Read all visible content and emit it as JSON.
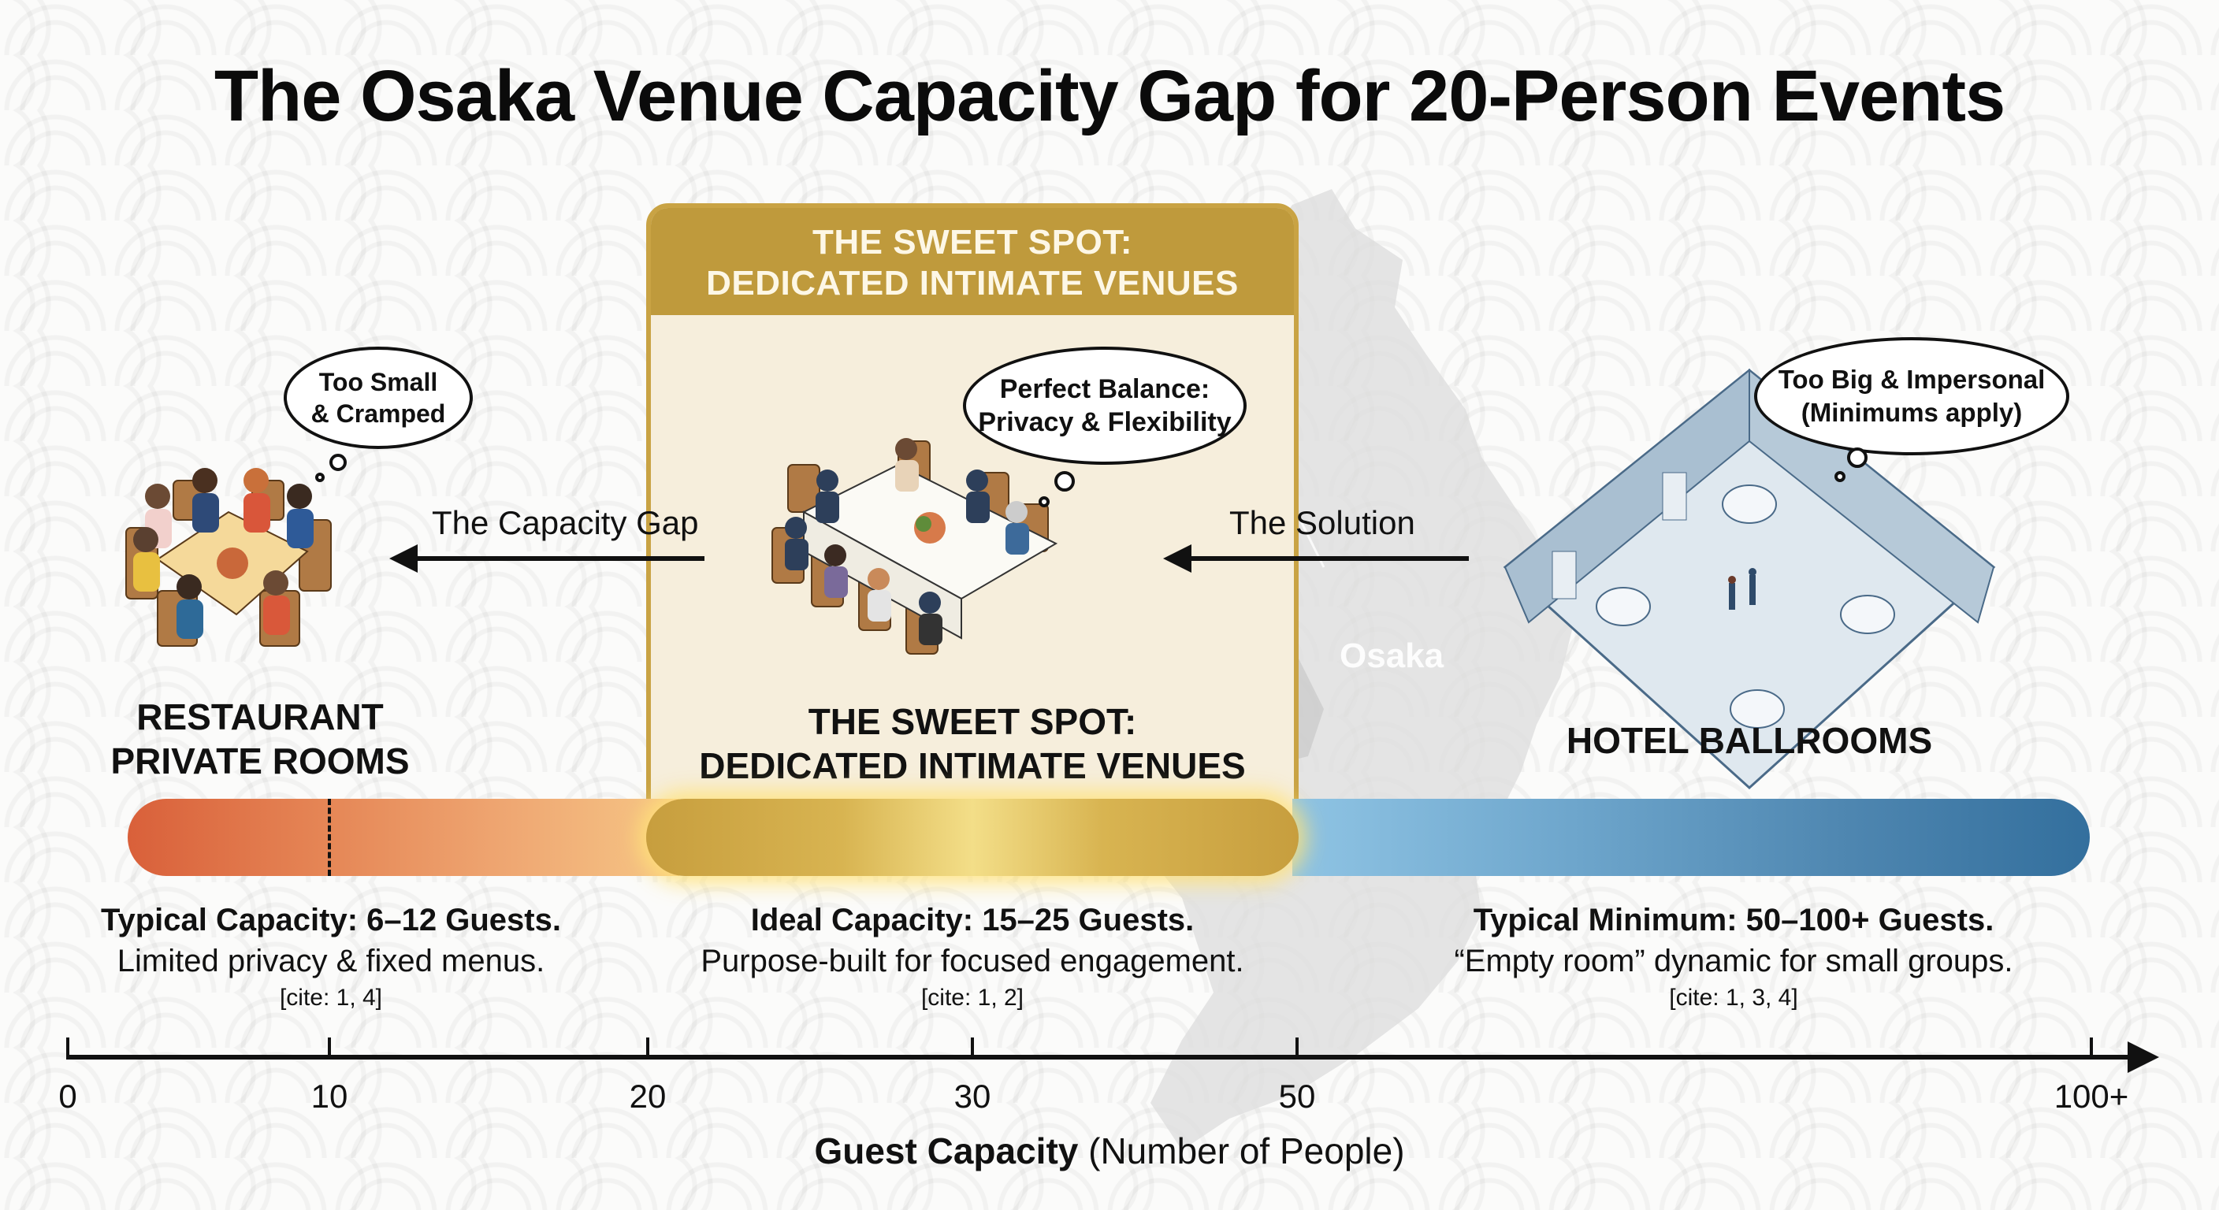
{
  "title": "The Osaka Venue Capacity Gap for 20-Person Events",
  "map": {
    "label": "Osaka"
  },
  "venues": {
    "restaurant": {
      "label_line1": "RESTAURANT",
      "label_line2": "PRIVATE ROOMS",
      "thought": {
        "line1": "Too Small",
        "line2": "& Cramped"
      },
      "desc": {
        "heading": "Typical Capacity: 6–12 Guests.",
        "body": "Limited privacy & fixed menus.",
        "cite": "[cite: 1, 4]"
      },
      "color": "#d9603a"
    },
    "sweet_spot": {
      "header_line1": "THE SWEET SPOT:",
      "header_line2": "DEDICATED INTIMATE VENUES",
      "label_line1": "THE SWEET SPOT:",
      "label_line2": "DEDICATED INTIMATE VENUES",
      "thought": {
        "line1": "Perfect Balance:",
        "line2": "Privacy & Flexibility"
      },
      "desc": {
        "heading": "Ideal Capacity: 15–25 Guests.",
        "body": "Purpose-built for focused engagement.",
        "cite": "[cite: 1, 2]"
      },
      "color": "#bf9a3c"
    },
    "hotel": {
      "label": "HOTEL BALLROOMS",
      "thought": {
        "line1": "Too Big & Impersonal",
        "line2": "(Minimums apply)"
      },
      "desc": {
        "heading": "Typical Minimum: 50–100+ Guests.",
        "body": "“Empty room” dynamic for small groups.",
        "cite": "[cite: 1, 3, 4]"
      },
      "color": "#336f9d"
    }
  },
  "arrows": {
    "gap": "The Capacity Gap",
    "solution": "The Solution"
  },
  "axis": {
    "title_bold": "Guest Capacity",
    "title_rest": " (Number of People)",
    "ticks": [
      "0",
      "10",
      "20",
      "30",
      "50",
      "100+"
    ]
  },
  "chart_data": {
    "type": "range-timeline",
    "title": "The Osaka Venue Capacity Gap for 20-Person Events",
    "xlabel": "Guest Capacity (Number of People)",
    "x_ticks": [
      "0",
      "10",
      "20",
      "30",
      "50",
      "100+"
    ],
    "segments": [
      {
        "name": "Restaurant Private Rooms",
        "range": [
          6,
          12
        ],
        "axis_span": [
          0,
          20
        ],
        "note": "Too Small & Cramped",
        "color": "#d9603a"
      },
      {
        "name": "Dedicated Intimate Venues (Sweet Spot)",
        "range": [
          15,
          25
        ],
        "axis_span": [
          20,
          50
        ],
        "note": "Perfect Balance: Privacy & Flexibility",
        "color": "#bf9a3c"
      },
      {
        "name": "Hotel Ballrooms",
        "range": [
          50,
          100
        ],
        "axis_span": [
          50,
          100
        ],
        "note": "Too Big & Impersonal (Minimums apply)",
        "color": "#336f9d"
      }
    ],
    "marker": {
      "x": 10,
      "style": "dashed"
    }
  }
}
